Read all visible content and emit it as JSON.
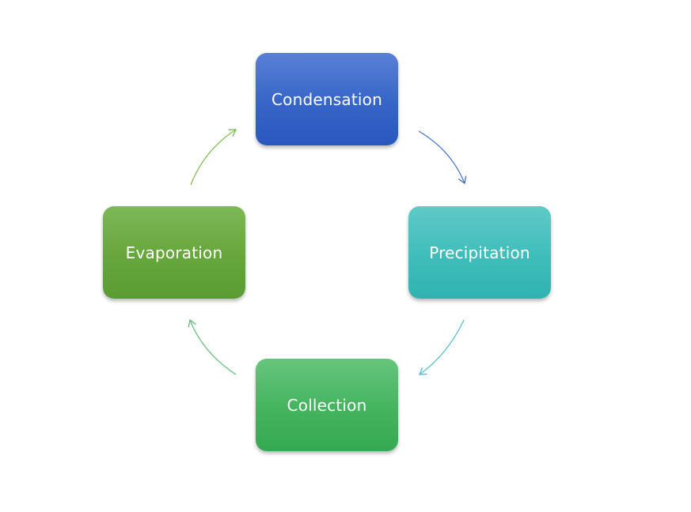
{
  "diagram": {
    "type": "cycle",
    "nodes": [
      {
        "id": "condensation",
        "label": "Condensation",
        "color": "#3565c7"
      },
      {
        "id": "precipitation",
        "label": "Precipitation",
        "color": "#3fbdbb"
      },
      {
        "id": "collection",
        "label": "Collection",
        "color": "#44b45e"
      },
      {
        "id": "evaporation",
        "label": "Evaporation",
        "color": "#66a63c"
      }
    ],
    "edges": [
      {
        "from": "condensation",
        "to": "precipitation",
        "color": "#3f6fc9"
      },
      {
        "from": "precipitation",
        "to": "collection",
        "color": "#4cbcd0"
      },
      {
        "from": "collection",
        "to": "evaporation",
        "color": "#5cbf78"
      },
      {
        "from": "evaporation",
        "to": "condensation",
        "color": "#7cba52"
      }
    ]
  }
}
